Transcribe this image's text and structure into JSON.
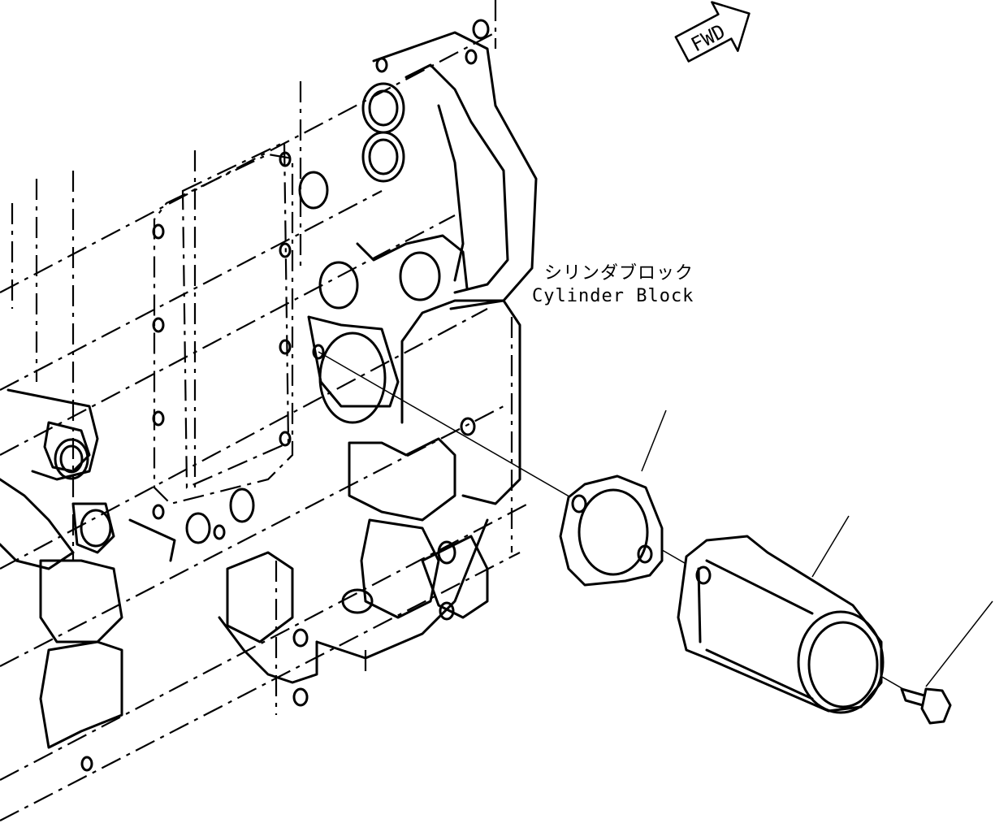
{
  "callout": {
    "label_jp": "シリンダブロック",
    "label_en": "Cylinder Block"
  },
  "fwd_arrow": {
    "text": "FWD"
  },
  "parts": [
    {
      "name": "gasket"
    },
    {
      "name": "tube"
    },
    {
      "name": "bolt"
    }
  ]
}
